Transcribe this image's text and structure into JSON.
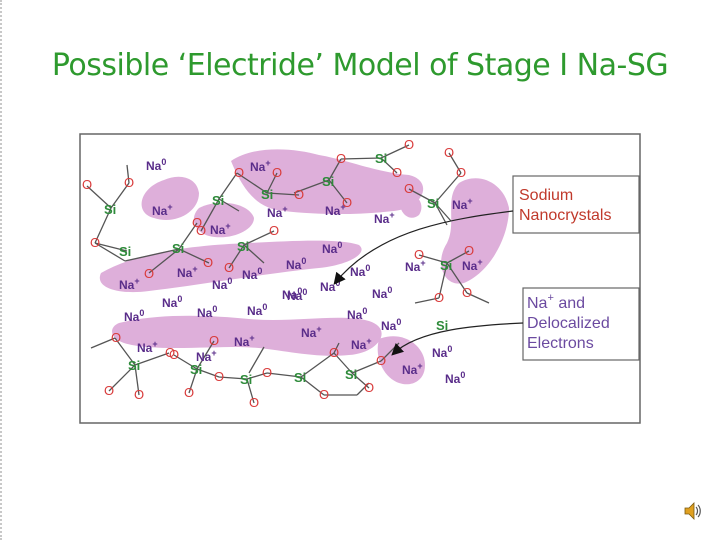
{
  "slide": {
    "title": "Possible ‘Electride’ Model of Stage I Na-SG"
  },
  "diagram": {
    "colors": {
      "pink": "#d9a2d4",
      "silicon": "#2e8b3a",
      "oxygen": "#d93c3c",
      "sodium": "#5a2d8a",
      "bond": "#555555",
      "callout_text": "#c0392b"
    },
    "atoms": {
      "silicon": "Si",
      "oxygen": "O",
      "sodium": "Na"
    },
    "charges": {
      "cation": "+",
      "neutral": "0"
    },
    "labels": {
      "nanocrystals": {
        "line1": "Sodium",
        "line2": "Nanocrystals"
      },
      "electrons": {
        "species": "Na",
        "charge": "+",
        "rest": " and",
        "line2": "Delocalized",
        "line3": "Electrons"
      }
    }
  },
  "icons": {
    "audio": "speaker-icon"
  }
}
